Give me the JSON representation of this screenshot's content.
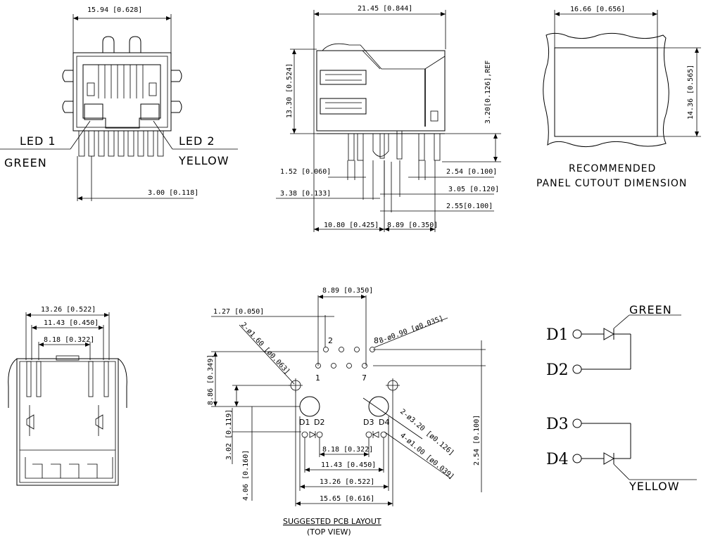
{
  "front_view": {
    "width_dim": "15.94 [0.628]",
    "led1_label": "LED 1",
    "led1_color": "GREEN",
    "led2_label": "LED 2",
    "led2_color": "YELLOW",
    "offset_dim": "3.00 [0.118]"
  },
  "side_view": {
    "length_dim": "21.45 [0.844]",
    "height_dim": "13.30 [0.524]",
    "ref_dim": "3.20[0.126],REF",
    "dim_152": "1.52 [0.060]",
    "dim_338": "3.38 [0.133]",
    "dim_254": "2.54 [0.100]",
    "dim_305": "3.05 [0.120]",
    "dim_255": "2.55[0.100]",
    "dim_1080": "10.80 [0.425]",
    "dim_889": "8.89 [0.350]"
  },
  "panel_cutout": {
    "width_dim": "16.66 [0.656]",
    "height_dim": "14.36 [0.565]",
    "title_line1": "RECOMMENDED",
    "title_line2": "PANEL CUTOUT DIMENSION"
  },
  "bottom_view": {
    "dim_1326": "13.26 [0.522]",
    "dim_1143": "11.43 [0.450]",
    "dim_818": "8.18 [0.322]"
  },
  "pcb_layout": {
    "dim_889": "8.89 [0.350]",
    "dim_127": "1.27 [0.050]",
    "hole_160": "2-ø1.60 [ø0.063]",
    "hole_090": "8-ø0.90 [ø0.035]",
    "hole_320": "2-ø3.20 [ø0.126]",
    "hole_100": "4-ø1.00 [ø0.039]",
    "dim_886": "8.86 [0.349]",
    "dim_302": "3.02 [0.119]",
    "dim_406": "4.06 [0.160]",
    "dim_254": "2.54 [0.100]",
    "dim_818": "8.18 [0.322]",
    "dim_1143": "11.43 [0.450]",
    "dim_1326": "13.26 [0.522]",
    "dim_1565": "15.65 [0.616]",
    "pin_2": "2",
    "pin_8": "8",
    "pin_1": "1",
    "pin_7": "7",
    "led_d1": "D1",
    "led_d2": "D2",
    "led_d3": "D3",
    "led_d4": "D4",
    "title_line1": "SUGGESTED PCB LAYOUT",
    "title_line2": "(TOP VIEW)"
  },
  "led_schematic": {
    "d1": "D1",
    "d2": "D2",
    "d3": "D3",
    "d4": "D4",
    "top_color": "GREEN",
    "bottom_color": "YELLOW"
  }
}
